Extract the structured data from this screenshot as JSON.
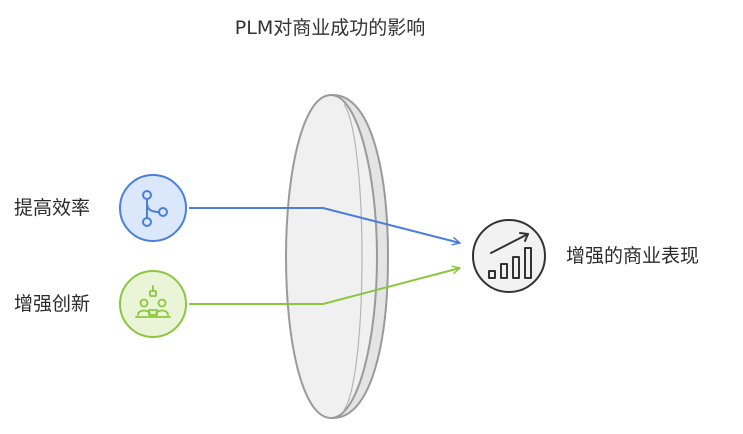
{
  "title": "PLM对商业成功的影响",
  "inputs": [
    {
      "label": "提高效率",
      "icon": "branch-icon",
      "color": "#4a7fdc",
      "fill": "#dbe7fa"
    },
    {
      "label": "增强创新",
      "icon": "team-collaboration-icon",
      "color": "#8cc63f",
      "fill": "#eaf5d8"
    }
  ],
  "output": {
    "label": "增强的商业表现",
    "icon": "growth-chart-icon",
    "color": "#333333",
    "fill": "#f2f2f2"
  },
  "lens": {
    "color": "#9a9a9a",
    "fill": "#f0f0f0"
  }
}
